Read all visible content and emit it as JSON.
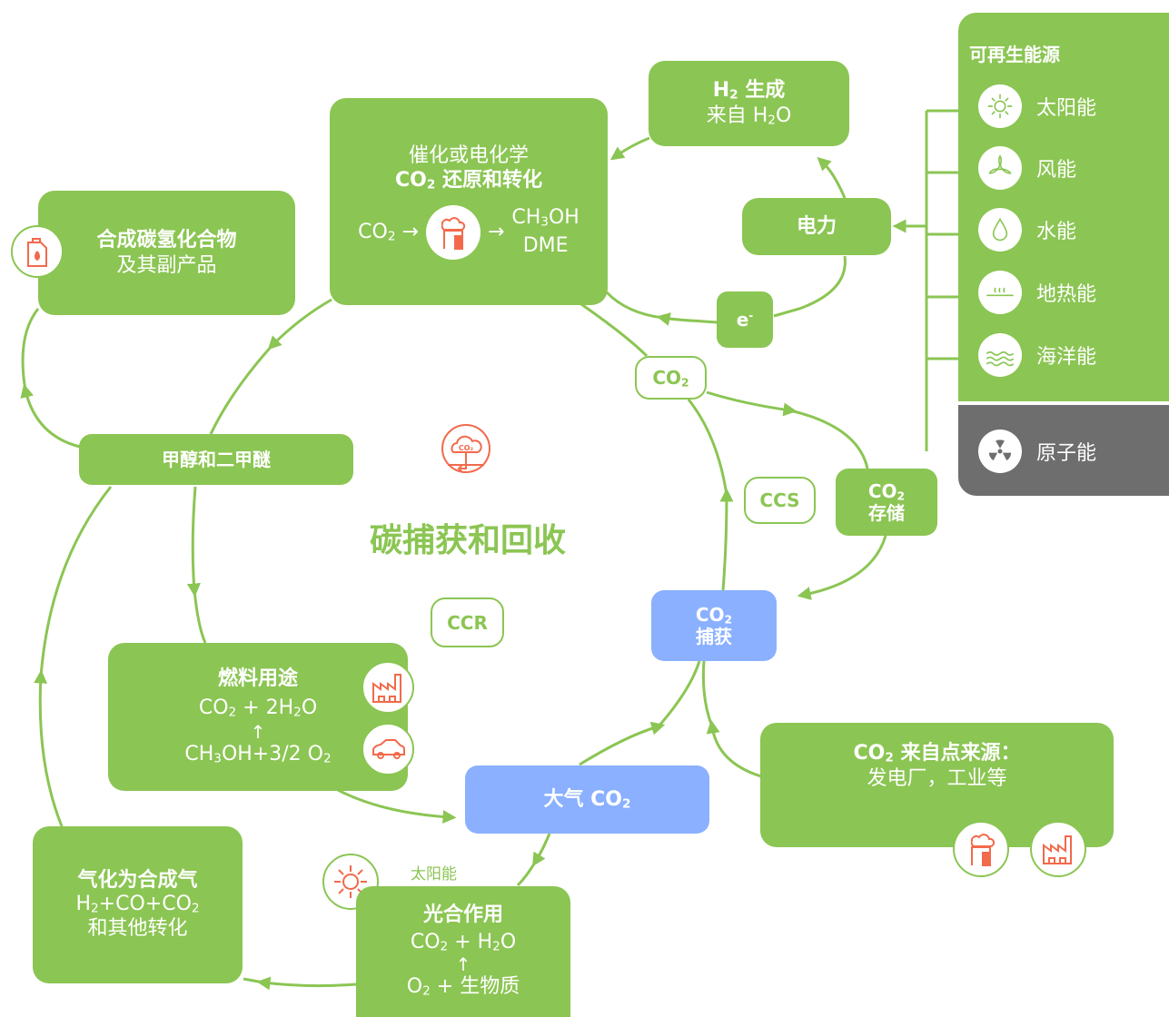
{
  "title": "碳捕获和回收",
  "abbr": {
    "ccs": "CCS",
    "ccr": "CCR",
    "co2_label": "CO",
    "co2_sub": "2"
  },
  "boxes": {
    "catalysis": {
      "line1": "催化或电化学",
      "line2_a": "CO",
      "line2_sub": "2",
      "line2_b": " 还原和转化",
      "eq_a": "CO",
      "eq_sub": "2",
      "eq_arrow": "→",
      "arrow2": "→",
      "prod1_a": "CH",
      "prod1_sub": "3",
      "prod1_b": "OH",
      "prod2": "DME"
    },
    "h2": {
      "title_a": "H",
      "title_sub": "2",
      "title_b": " 生成",
      "sub_a": "来自 H",
      "sub_sub": "2",
      "sub_b": "O"
    },
    "electricity": {
      "label": "电力"
    },
    "electron": {
      "label": "e",
      "sup": "-"
    },
    "hydrocarbons": {
      "title": "合成碳氢化合物",
      "sub": "及其副产品"
    },
    "methanol": {
      "label": "甲醇和二甲醚"
    },
    "storage": {
      "line1_a": "CO",
      "line1_sub": "2",
      "line2": "存储"
    },
    "capture": {
      "line1_a": "CO",
      "line1_sub": "2",
      "line2": "捕获"
    },
    "fuel": {
      "title": "燃料用途",
      "eq1_a": "CO",
      "eq1_sub": "2",
      "eq1_b": " + 2H",
      "eq1_sub2": "2",
      "eq1_c": "O",
      "arrow": "↑",
      "eq2_a": "CH",
      "eq2_sub": "3",
      "eq2_b": "OH+3/2 O",
      "eq2_sub2": "2"
    },
    "atmosphere": {
      "label_a": "大气 CO",
      "label_sub": "2"
    },
    "point_source": {
      "title_a": "CO",
      "title_sub": "2",
      "title_b": " 来自点来源：",
      "sub": "发电厂，工业等"
    },
    "gasification": {
      "title": "气化为合成气",
      "eq_a": "H",
      "eq_sub": "2",
      "eq_b": "+CO+CO",
      "eq_sub2": "2",
      "sub": "和其他转化"
    },
    "photosynthesis": {
      "title": "光合作用",
      "eq1_a": "CO",
      "eq1_sub": "2",
      "eq1_b": " + H",
      "eq1_sub2": "2",
      "eq1_c": "O",
      "arrow": "↑",
      "eq2_a": "O",
      "eq2_sub": "2",
      "eq2_b": " + 生物质"
    },
    "solar_label": "太阳能"
  },
  "renewables": {
    "title": "可再生能源",
    "items": [
      {
        "label": "太阳能",
        "icon": "sun-icon"
      },
      {
        "label": "风能",
        "icon": "wind-turbine-icon"
      },
      {
        "label": "水能",
        "icon": "water-drop-icon"
      },
      {
        "label": "地热能",
        "icon": "geothermal-icon"
      },
      {
        "label": "海洋能",
        "icon": "ocean-wave-icon"
      }
    ],
    "nuclear": {
      "label": "原子能",
      "icon": "radiation-icon"
    }
  },
  "colors": {
    "green": "#8BC553",
    "blue": "#8AB0FF",
    "orange": "#F26A4B",
    "gray": "#6E6E6E"
  }
}
